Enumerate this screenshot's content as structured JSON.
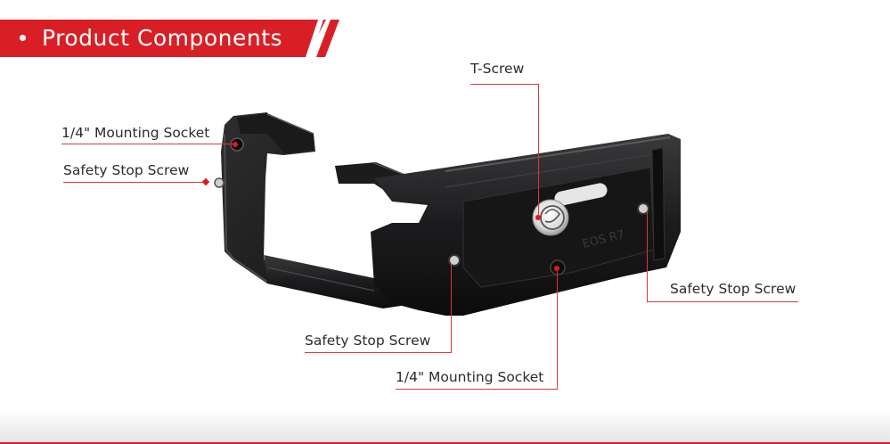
{
  "header": {
    "title": "Product Components",
    "bullet_icon": "bullet-dot-icon",
    "accent_color": "#d91f26"
  },
  "callouts": [
    {
      "id": "mounting-socket-side",
      "label": "1/4\" Mounting Socket"
    },
    {
      "id": "safety-stop-screw-side",
      "label": "Safety Stop Screw"
    },
    {
      "id": "t-screw",
      "label": "T-Screw"
    },
    {
      "id": "safety-stop-screw-right",
      "label": "Safety Stop Screw"
    },
    {
      "id": "safety-stop-screw-bottom",
      "label": "Safety Stop Screw"
    },
    {
      "id": "mounting-socket-bottom",
      "label": "1/4\" Mounting Socket"
    }
  ],
  "colors": {
    "leader_line": "#d9373d",
    "marker": "#e0161d",
    "label_text": "#2b2b2b",
    "footer_line": "#c9262c"
  }
}
